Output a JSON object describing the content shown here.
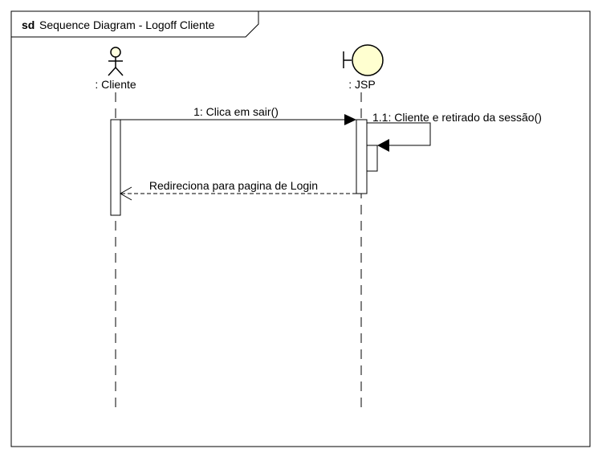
{
  "frame": {
    "keyword": "sd",
    "title": "Sequence Diagram - Logoff Cliente"
  },
  "lifelines": {
    "actor": {
      "label": ": Cliente",
      "icon": "stick-figure-actor-icon"
    },
    "boundary": {
      "label": ": JSP",
      "icon": "boundary-icon"
    }
  },
  "messages": {
    "m1": "1: Clica em sair()",
    "m2": "1.1: Cliente e retirado da sessão()",
    "m3": "Redireciona para pagina de Login"
  },
  "colors": {
    "line": "#000000",
    "actor_fill": "#FFFFE0",
    "boundary_fill": "#FFFFD0",
    "background": "#FFFFFF"
  }
}
